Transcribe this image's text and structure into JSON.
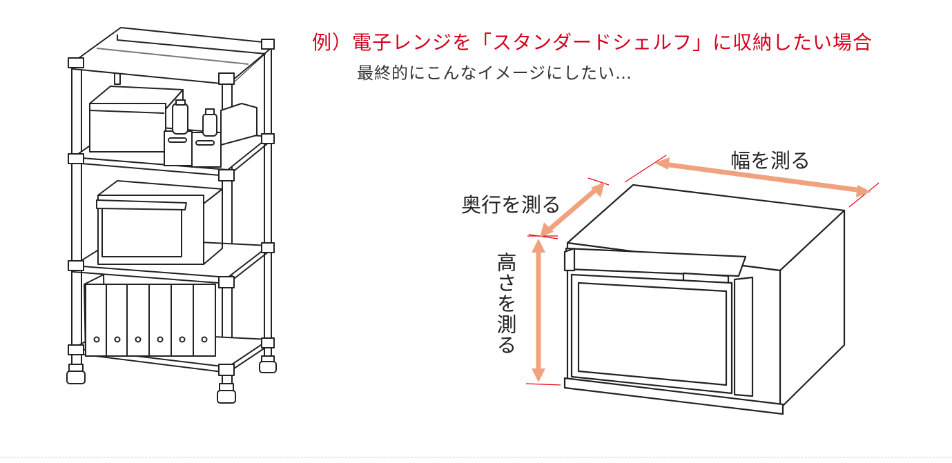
{
  "heading": "例）電子レンジを「スタンダードシェルフ」に収納したい場合",
  "subheading": "最終的にこんなイメージにしたい…",
  "labels": {
    "width": "幅を測る",
    "depth": "奥行を測る",
    "height": "高さを測る"
  },
  "colors": {
    "heading": "#d6001c",
    "arrow": "#f0a27e",
    "guide": "#e60012",
    "line": "#222222"
  },
  "icons": {
    "shelf": "storage-shelf-illustration",
    "microwave": "microwave-illustration"
  }
}
